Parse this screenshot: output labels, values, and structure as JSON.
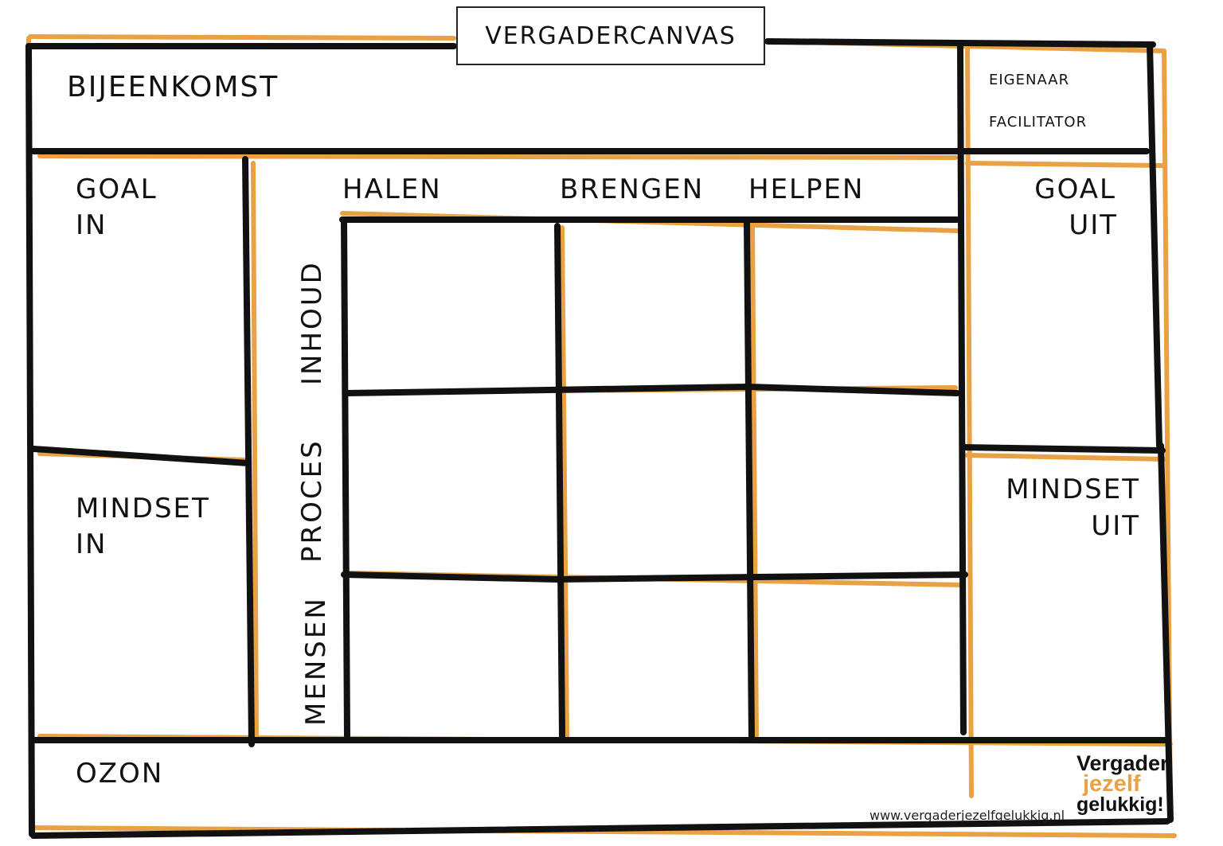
{
  "title": "VERGADERCANVAS",
  "header": {
    "bijeenkomst": "BIJEENKOMST",
    "eigenaar": "EIGENAAR",
    "facilitator": "FACILITATOR"
  },
  "left": {
    "goal_in_1": "GOAL",
    "goal_in_2": "IN",
    "mindset_in_1": "MINDSET",
    "mindset_in_2": "IN"
  },
  "right": {
    "goal_uit_1": "GOAL",
    "goal_uit_2": "UIT",
    "mindset_uit_1": "MINDSET",
    "mindset_uit_2": "UIT"
  },
  "columns": [
    "HALEN",
    "BRENGEN",
    "HELPEN"
  ],
  "rows": [
    "INHOUD",
    "PROCES",
    "MENSEN"
  ],
  "footer": {
    "ozon": "OZON",
    "url": "www.vergaderjezelfgelukkig.nl",
    "logo": [
      "Vergader",
      "jezelf",
      "gelukkig!"
    ]
  },
  "colors": {
    "ink": "#111111",
    "accent": "#e9a144"
  }
}
